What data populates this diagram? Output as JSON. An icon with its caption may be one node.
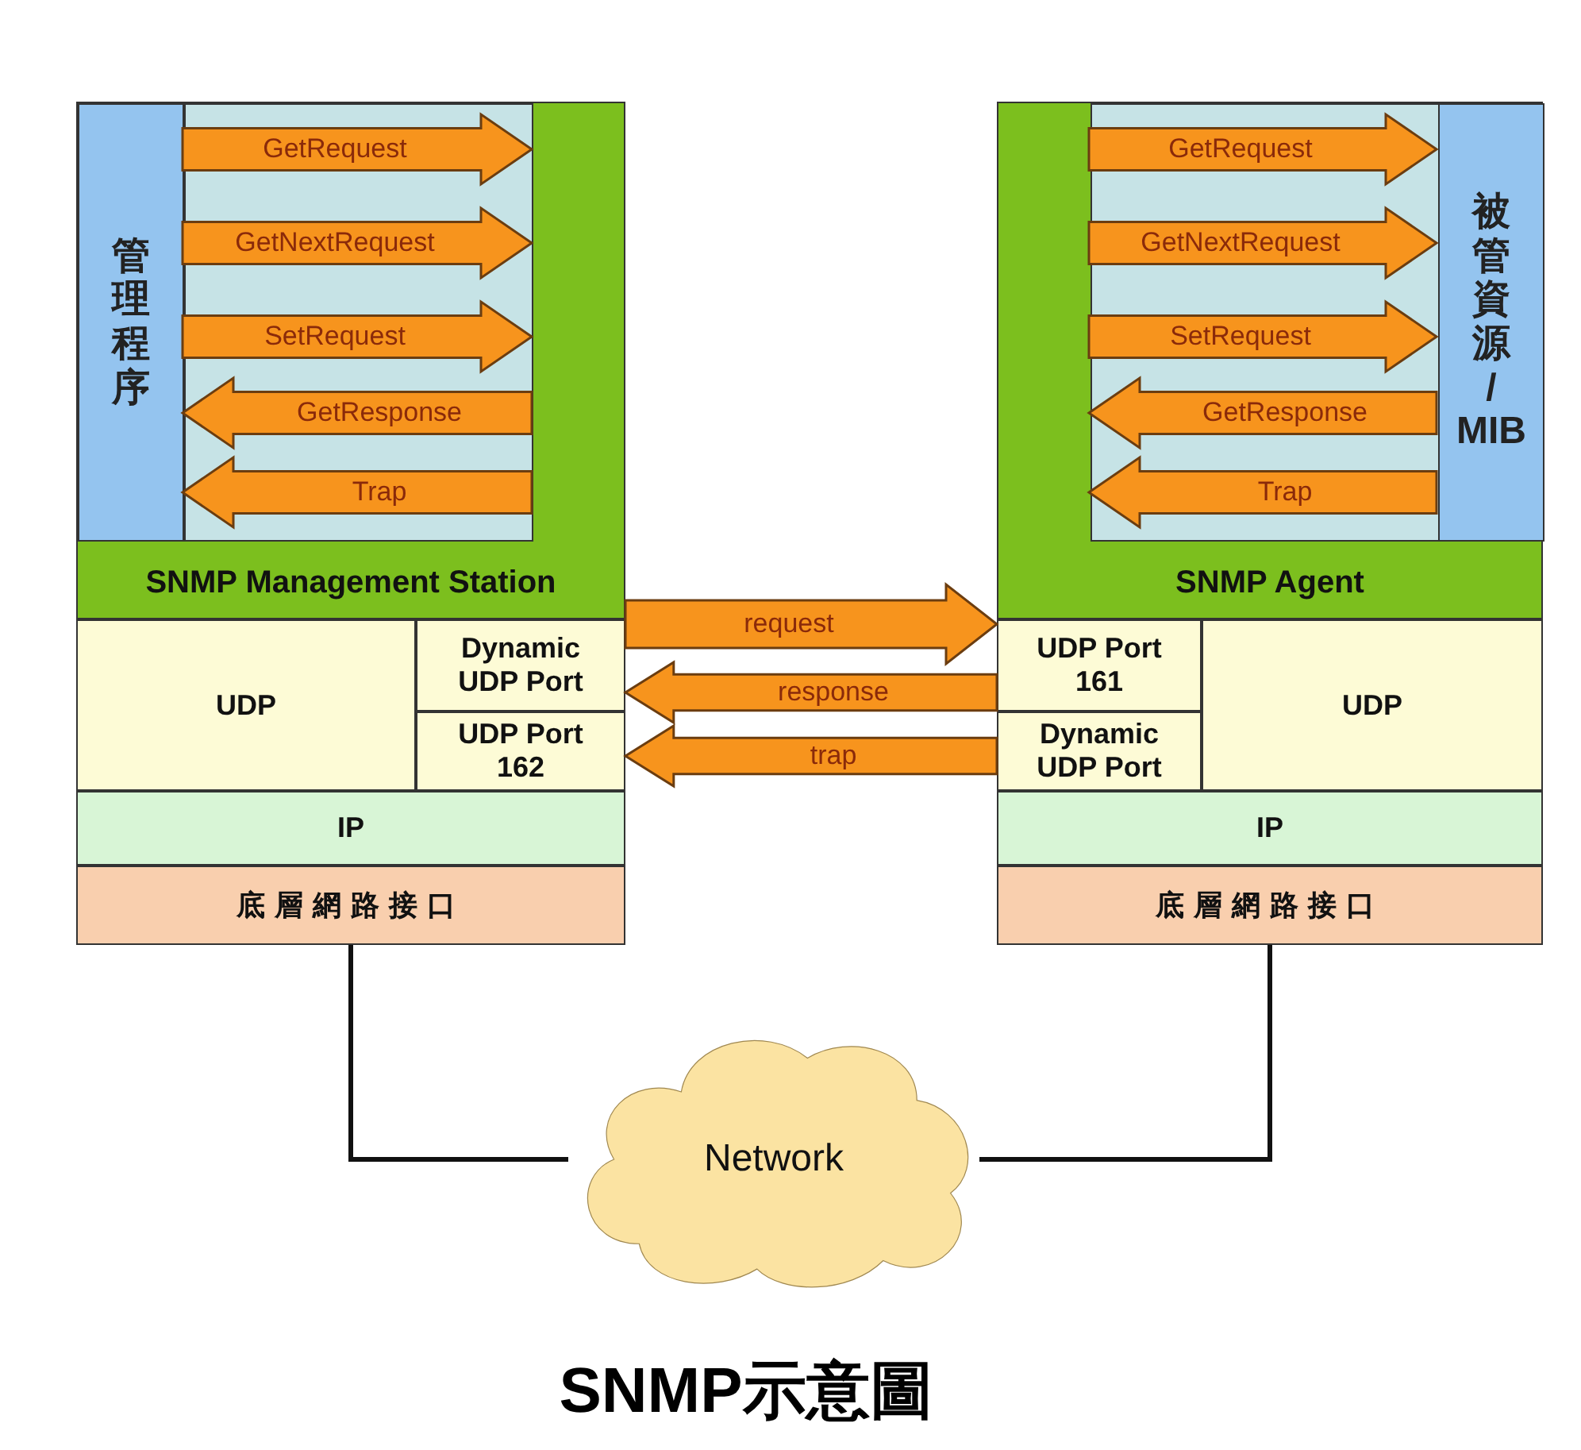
{
  "diagram": {
    "caption": "SNMP示意圖",
    "nodes": [
      {
        "text": [
          "SNMP Management Station"
        ]
      },
      {
        "text": [
          "管理程序"
        ],
        "in": 0
      },
      {
        "text": [
          "UDP"
        ]
      },
      {
        "text": [
          "Dynamic UDP Port"
        ]
      },
      {
        "text": [
          "UDP Port 162"
        ]
      },
      {
        "text": [
          "IP"
        ]
      },
      {
        "text": [
          "底層網路接口"
        ]
      },
      {
        "text": [
          "SNMP Agent"
        ]
      },
      {
        "text": [
          "被管資源 / MIB"
        ],
        "in": 7
      },
      {
        "text": [
          "UDP Port 161"
        ]
      },
      {
        "text": [
          "Dynamic UDP Port"
        ]
      },
      {
        "text": [
          "UDP"
        ]
      },
      {
        "text": [
          "IP"
        ]
      },
      {
        "text": [
          "底層網路接口"
        ]
      },
      {
        "text": [
          "Network"
        ]
      }
    ],
    "edges": [
      {
        "from": 1,
        "to": 0,
        "arrow": "to",
        "label": "GetRequest",
        "style": "thick"
      },
      {
        "from": 1,
        "to": 0,
        "arrow": "to",
        "label": "GetNextRequest",
        "style": "thick"
      },
      {
        "from": 1,
        "to": 0,
        "arrow": "to",
        "label": "SetRequest",
        "style": "thick"
      },
      {
        "from": 0,
        "to": 1,
        "arrow": "to",
        "label": "GetResponse",
        "style": "thick"
      },
      {
        "from": 0,
        "to": 1,
        "arrow": "to",
        "label": "Trap",
        "style": "thick"
      },
      {
        "from": 3,
        "to": 9,
        "arrow": "to",
        "label": "request",
        "style": "thick"
      },
      {
        "from": 9,
        "to": 3,
        "arrow": "to",
        "label": "response",
        "style": "thick"
      },
      {
        "from": 10,
        "to": 4,
        "arrow": "to",
        "label": "trap",
        "style": "thick"
      },
      {
        "from": 7,
        "to": 8,
        "arrow": "to",
        "label": "GetRequest",
        "style": "thick"
      },
      {
        "from": 7,
        "to": 8,
        "arrow": "to",
        "label": "GetNextRequest",
        "style": "thick"
      },
      {
        "from": 7,
        "to": 8,
        "arrow": "to",
        "label": "SetRequest",
        "style": "thick"
      },
      {
        "from": 8,
        "to": 7,
        "arrow": "to",
        "label": "GetResponse",
        "style": "thick"
      },
      {
        "from": 8,
        "to": 7,
        "arrow": "to",
        "label": "Trap",
        "style": "thick"
      },
      {
        "from": 6,
        "to": 14,
        "arrow": "none",
        "color": "#111111"
      },
      {
        "from": 14,
        "to": 13,
        "arrow": "none",
        "color": "#111111"
      }
    ]
  }
}
